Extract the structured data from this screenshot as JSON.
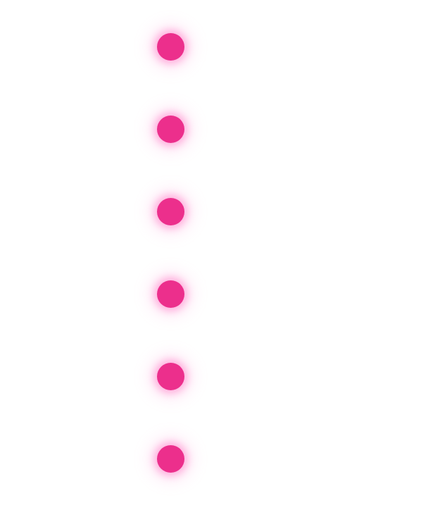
{
  "colors": {
    "background": "#ffffff",
    "dot_fill": "#ec2f8c",
    "dot_glow": "#ff78c8"
  },
  "dots": [
    {
      "id": "dot-1"
    },
    {
      "id": "dot-2"
    },
    {
      "id": "dot-3"
    },
    {
      "id": "dot-4"
    },
    {
      "id": "dot-5"
    },
    {
      "id": "dot-6"
    }
  ]
}
